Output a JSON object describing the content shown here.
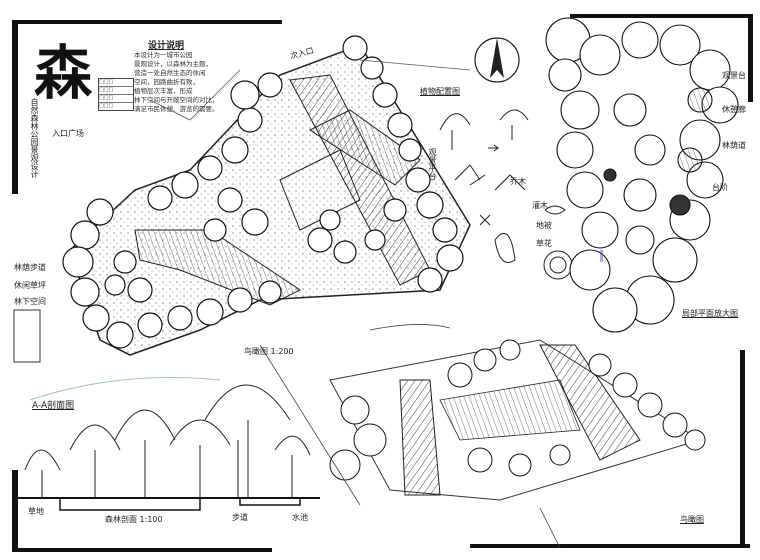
{
  "title_char": "森",
  "design_notes": {
    "heading": "设计说明",
    "lines": [
      "本设计为一城市公园",
      "景观设计，以森林为主题，",
      "营造一处自然生态的休闲",
      "空间，园路曲折有致，",
      "植物层次丰富，形成",
      "林下空间与开敞空间的对比，",
      "满足市民休憩、游览的需要。"
    ]
  },
  "legend_rows": [
    "□□□",
    "□□□",
    "□□□",
    "□□□"
  ],
  "left_vertical_text": "自然森林公园景观设计",
  "plan_labels": {
    "parking": "入口广场",
    "entrance_top": "次入口",
    "left_1": "林荫步道",
    "left_2": "休闲草坪",
    "left_3": "林下空间",
    "right_vert": "观景平台"
  },
  "detail_labels": {
    "heading": "植物配置图",
    "items": [
      "乔木",
      "灌木",
      "地被",
      "草花"
    ]
  },
  "right_plan": {
    "labels": [
      "观景台",
      "休憩廊",
      "林荫道",
      "台阶"
    ],
    "caption": "局部平面放大图"
  },
  "section": {
    "heading": "A-A剖面图",
    "scale": "鸟瞰图 1:200",
    "bottom": "森林剖面 1:100",
    "marks": [
      "草地",
      "步道",
      "水池"
    ]
  },
  "perspective_caption": "鸟瞰图"
}
